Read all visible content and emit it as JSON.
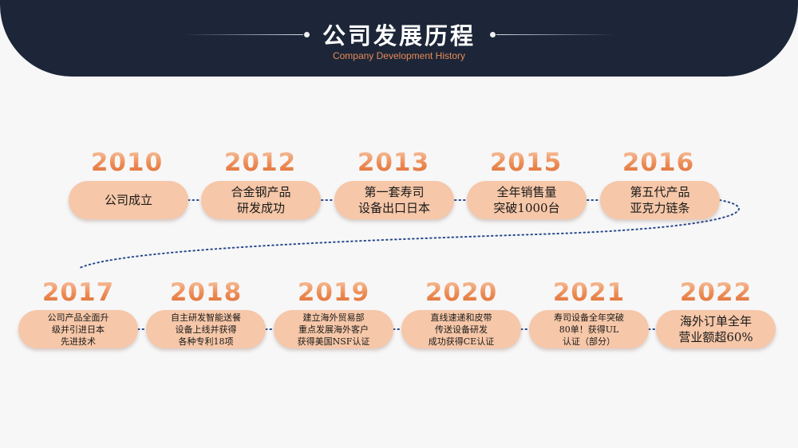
{
  "header": {
    "title": "公司发展历程",
    "subtitle": "Company Development History"
  },
  "milestones": [
    {
      "year": "2010",
      "text": "公司成立"
    },
    {
      "year": "2012",
      "text": "合金钢产品\n研发成功"
    },
    {
      "year": "2013",
      "text": "第一套寿司\n设备出口日本"
    },
    {
      "year": "2015",
      "text": "全年销售量\n突破1000台"
    },
    {
      "year": "2016",
      "text": "第五代产品\n亚克力链条"
    },
    {
      "year": "2017",
      "text": "公司产品全面升\n级并引进日本\n先进技术"
    },
    {
      "year": "2018",
      "text": "自主研发智能送餐\n设备上线并获得\n各种专利18项"
    },
    {
      "year": "2019",
      "text": "建立海外贸易部\n重点发展海外客户\n获得美国NSF认证"
    },
    {
      "year": "2020",
      "text": "直线速递和皮带\n传送设备研发\n成功获得CE认证"
    },
    {
      "year": "2021",
      "text": "寿司设备全年突破\n80单！获得UL\n认证（部分）"
    },
    {
      "year": "2022",
      "text": "海外订单全年\n营业额超60%"
    }
  ],
  "colors": {
    "header_bg": "#1c2638",
    "accent": "#e98a57",
    "pill": "#f6c7a8",
    "connector": "#2a4a8c"
  }
}
